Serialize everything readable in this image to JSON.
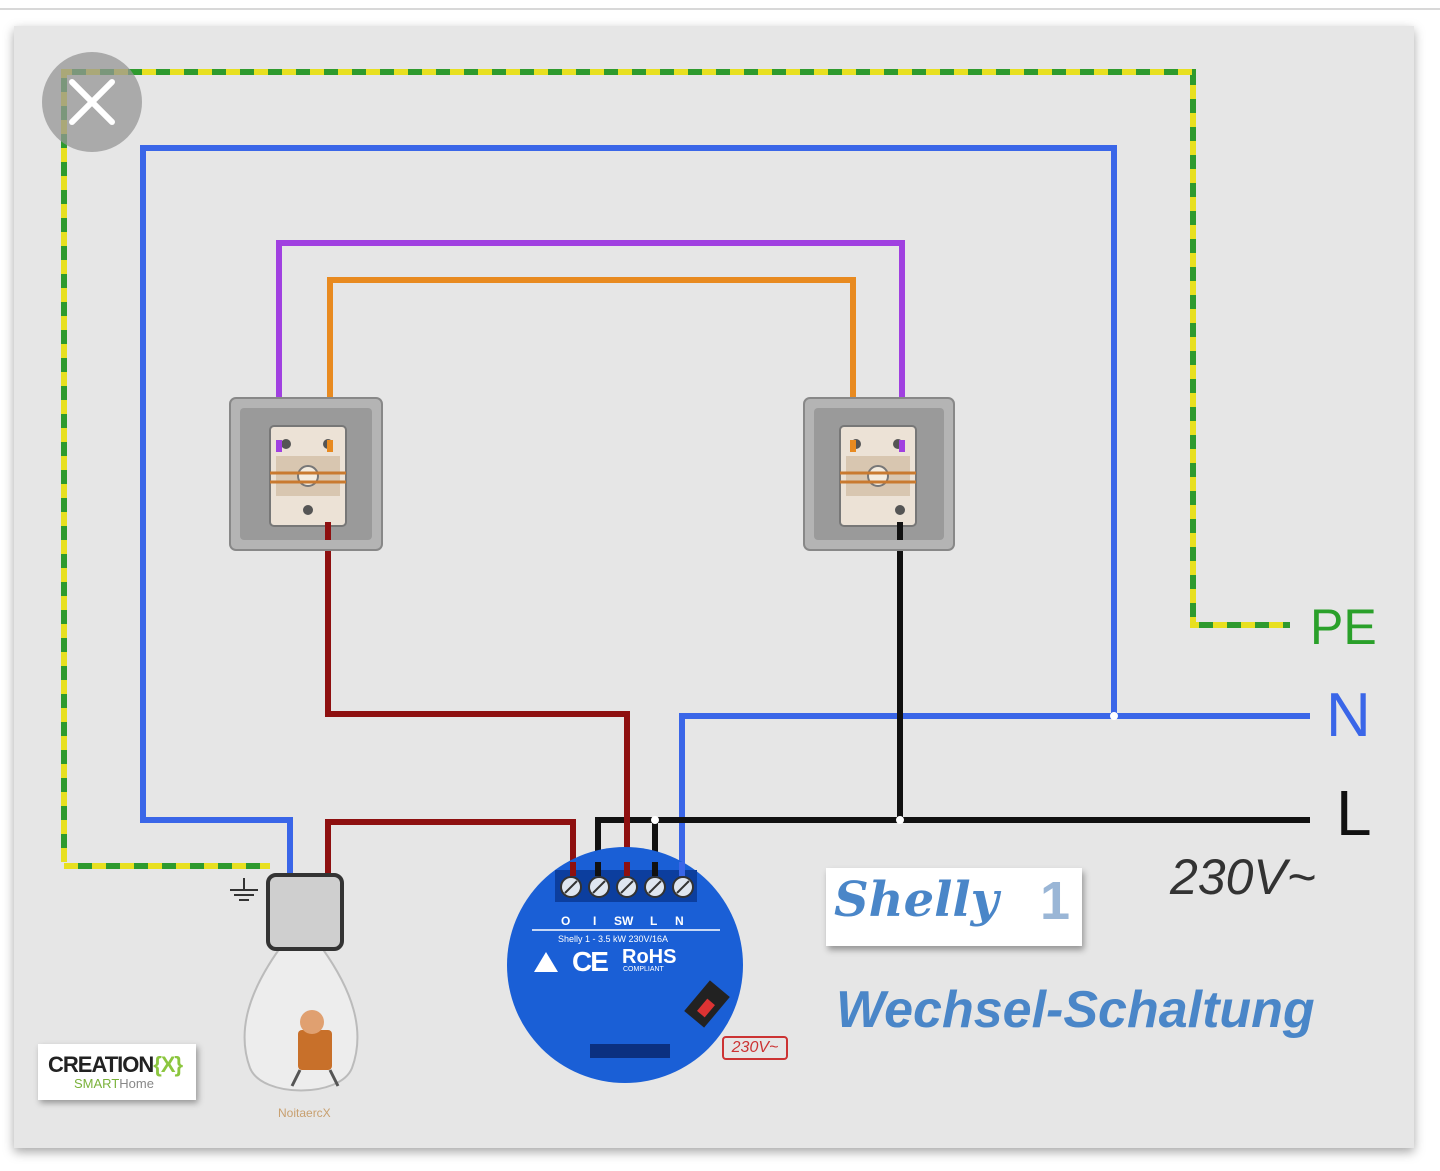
{
  "close_label": "",
  "supply": {
    "pe_label": "PE",
    "n_label": "N",
    "l_label": "L",
    "voltage": "230V~"
  },
  "title": "Wechsel-Schaltung",
  "shelly_logo": {
    "word": "Shelly",
    "number": "1"
  },
  "device": {
    "terminals": [
      "O",
      "I",
      "SW",
      "L",
      "N"
    ],
    "spec": "Shelly 1 - 3.5 kW 230V/16A",
    "ce_mark": "CE",
    "rohs": "RoHS",
    "rohs_sub": "COMPLIANT",
    "voltage_badge": "230V~"
  },
  "brand": {
    "main": "CREATION",
    "x": "{X}",
    "sub": "SMART",
    "sub2": "Home"
  },
  "watermark": "NoitaercX",
  "wire_colors": {
    "pe_green": "#2e9a2e",
    "pe_yellow": "#e8e020",
    "neutral": "#3a66e8",
    "live": "#111111",
    "switched": "#8e1010",
    "traveler_1": "#a040e0",
    "traveler_2": "#e88a20"
  }
}
